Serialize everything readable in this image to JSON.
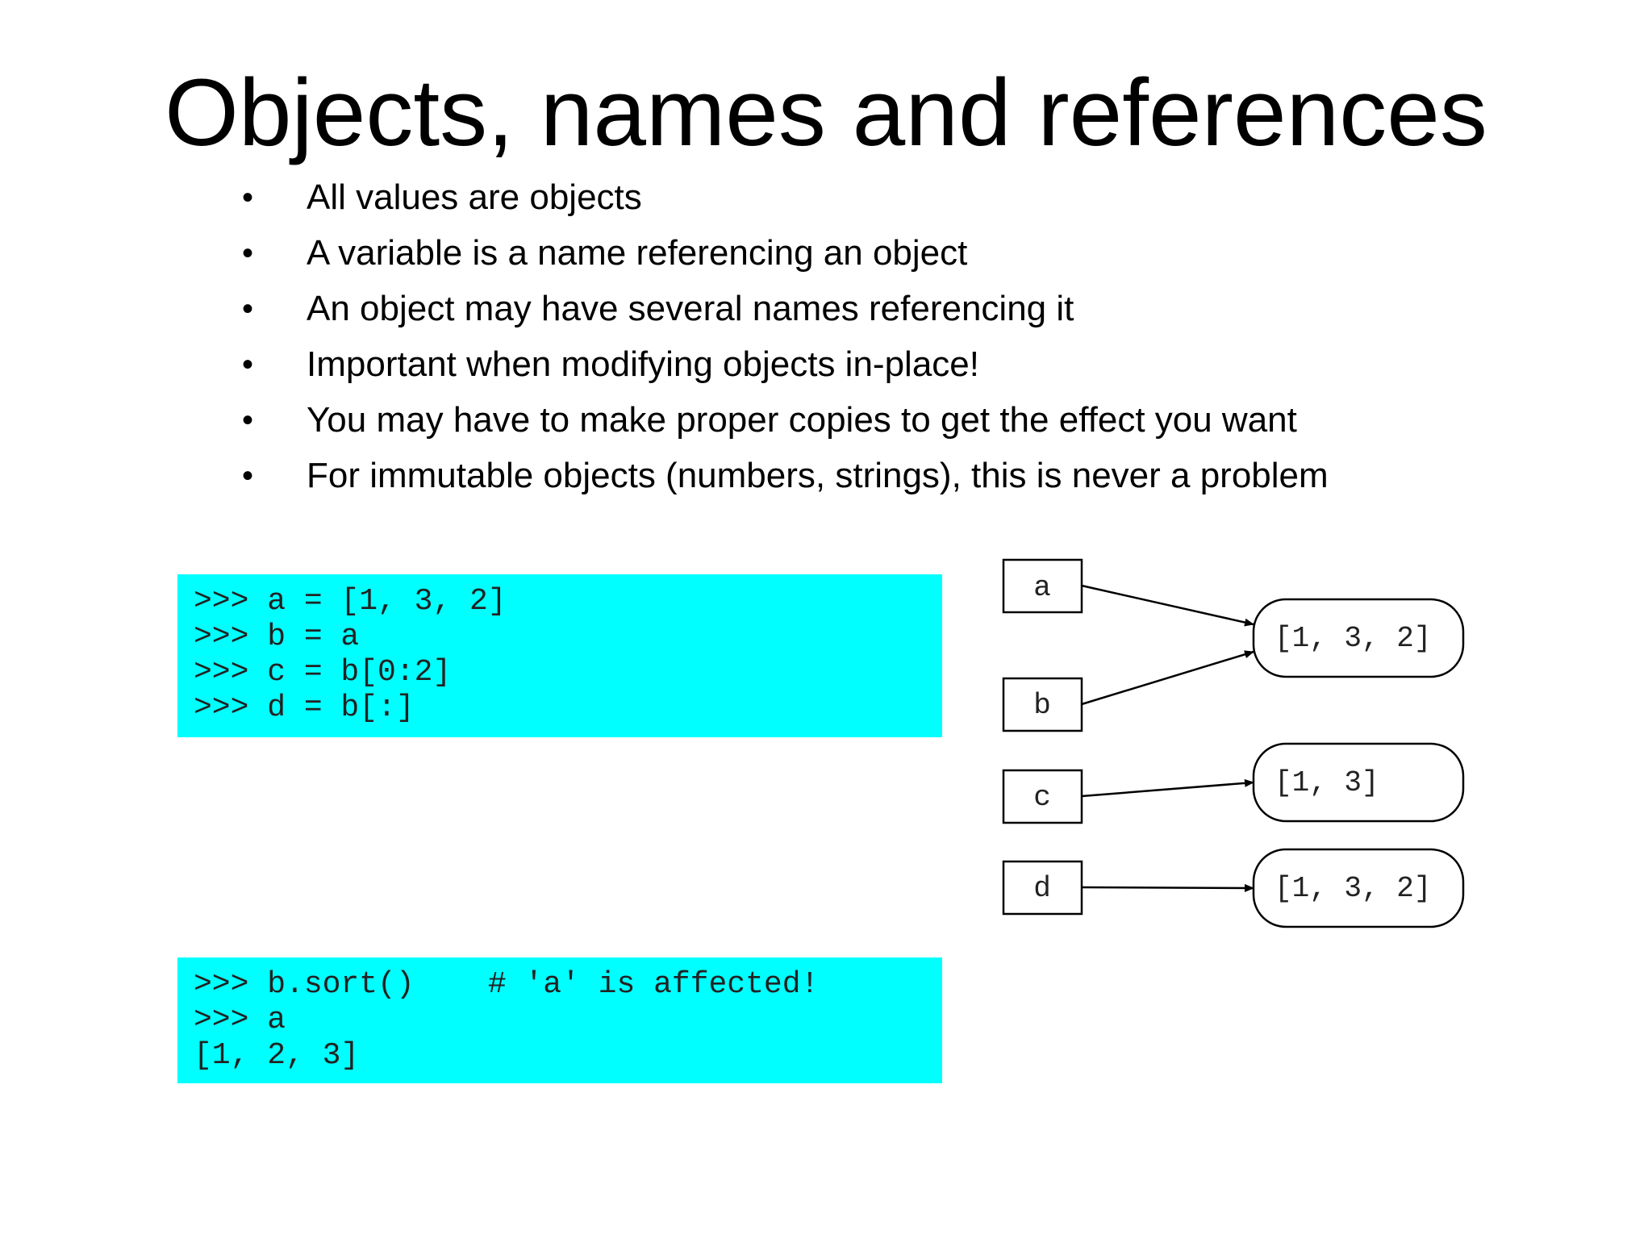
{
  "title": "Objects, names and references",
  "bullets": [
    "All values are objects",
    "A variable is a name referencing an object",
    "An object may have several names referencing it",
    "Important when modifying objects in-place!",
    "You may have to make proper copies to get the effect you want",
    "For immutable objects (numbers, strings), this is never a problem"
  ],
  "bullet_symbol": "•",
  "code_block_1": [
    ">>> a = [1, 3, 2]",
    ">>> b = a",
    ">>> c = b[0:2]",
    ">>> d = b[:]"
  ],
  "code_block_2": [
    ">>> b.sort()    # 'a' is affected!",
    ">>> a",
    "[1, 2, 3]"
  ],
  "code_background": "#00ffff",
  "diagram": {
    "names": [
      "a",
      "b",
      "c",
      "d"
    ],
    "objects": [
      "[1, 3, 2]",
      "[1, 3]",
      "[1, 3, 2]"
    ],
    "references": [
      {
        "from": "a",
        "to": 0
      },
      {
        "from": "b",
        "to": 0
      },
      {
        "from": "c",
        "to": 1
      },
      {
        "from": "d",
        "to": 2
      }
    ]
  }
}
